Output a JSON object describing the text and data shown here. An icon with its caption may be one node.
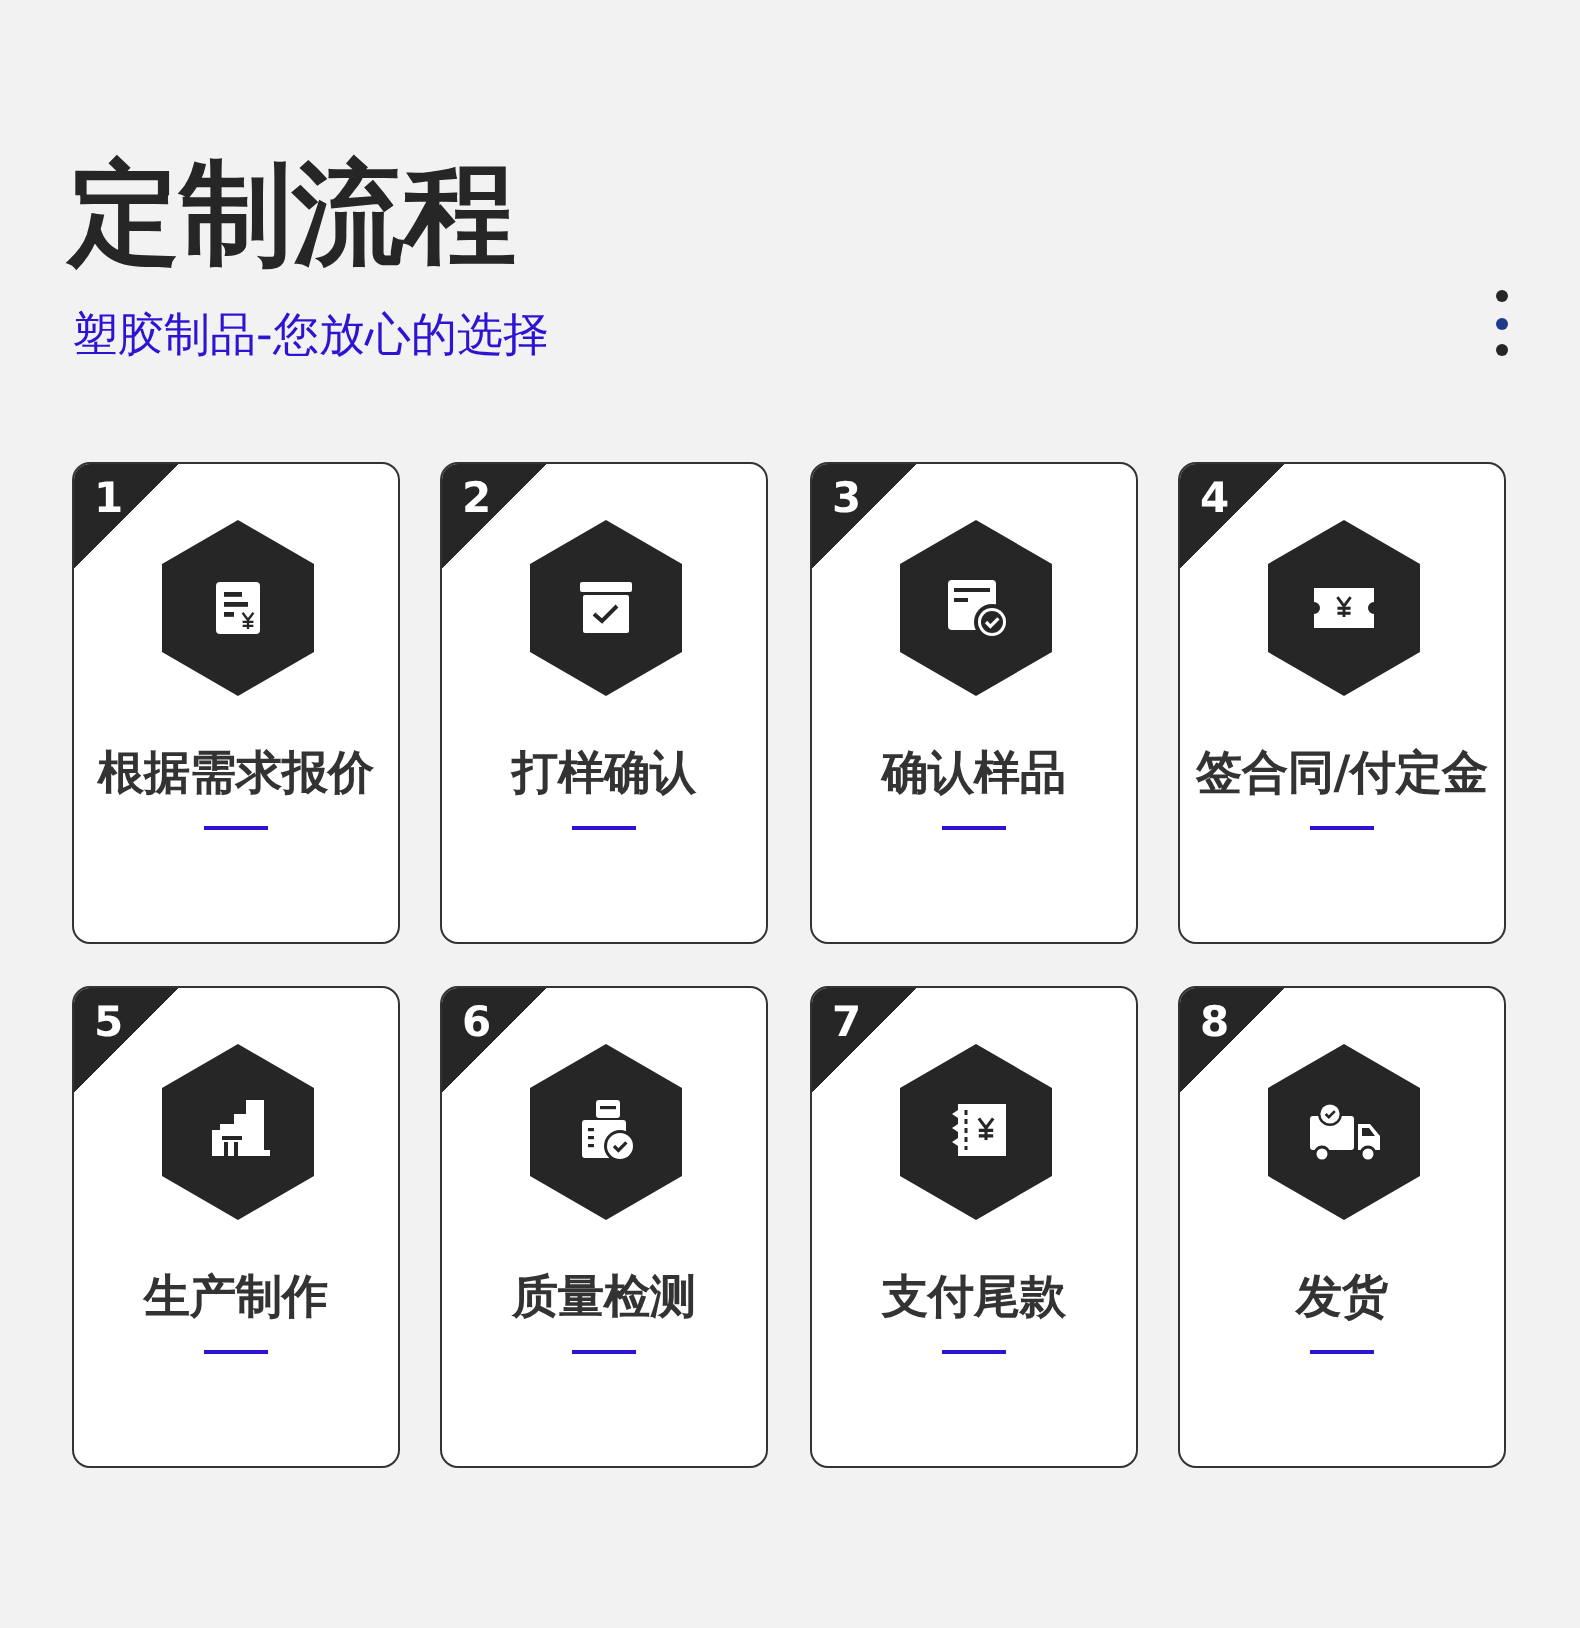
{
  "diagram": {
    "title": "定制流程",
    "nodes": [
      {
        "text": [
          "1",
          "根据需求报价"
        ]
      },
      {
        "text": [
          "2",
          "打样确认"
        ]
      },
      {
        "text": [
          "3",
          "确认样品"
        ]
      },
      {
        "text": [
          "4",
          "签合同/付定金"
        ]
      },
      {
        "text": [
          "5",
          "生产制作"
        ]
      },
      {
        "text": [
          "6",
          "质量检测"
        ]
      },
      {
        "text": [
          "7",
          "支付尾款"
        ]
      },
      {
        "text": [
          "8",
          "发货"
        ]
      }
    ],
    "labels": [
      "塑胶制品-您放心的选择"
    ]
  }
}
